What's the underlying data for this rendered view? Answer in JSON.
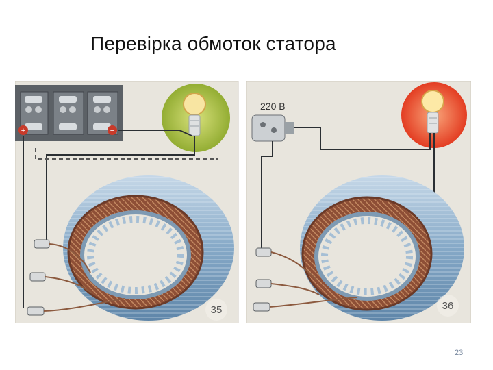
{
  "slide": {
    "title": "Перевірка обмоток статора",
    "page_number": "23"
  },
  "figure_left": {
    "number": "35",
    "battery_plus": "+",
    "battery_minus": "−"
  },
  "figure_right": {
    "number": "36",
    "voltage_label": "220 В"
  },
  "colors": {
    "background_panel": "#e7e4dc",
    "lamp_glow_left": "#9cb63a",
    "lamp_glow_right": "#e84c2a",
    "stator_blue": "#8fb2cf",
    "winding_copper": "#9b5a3c"
  },
  "icons": [
    "battery-icon",
    "lamp-icon",
    "plug-icon",
    "stator-icon",
    "clip-icon"
  ]
}
